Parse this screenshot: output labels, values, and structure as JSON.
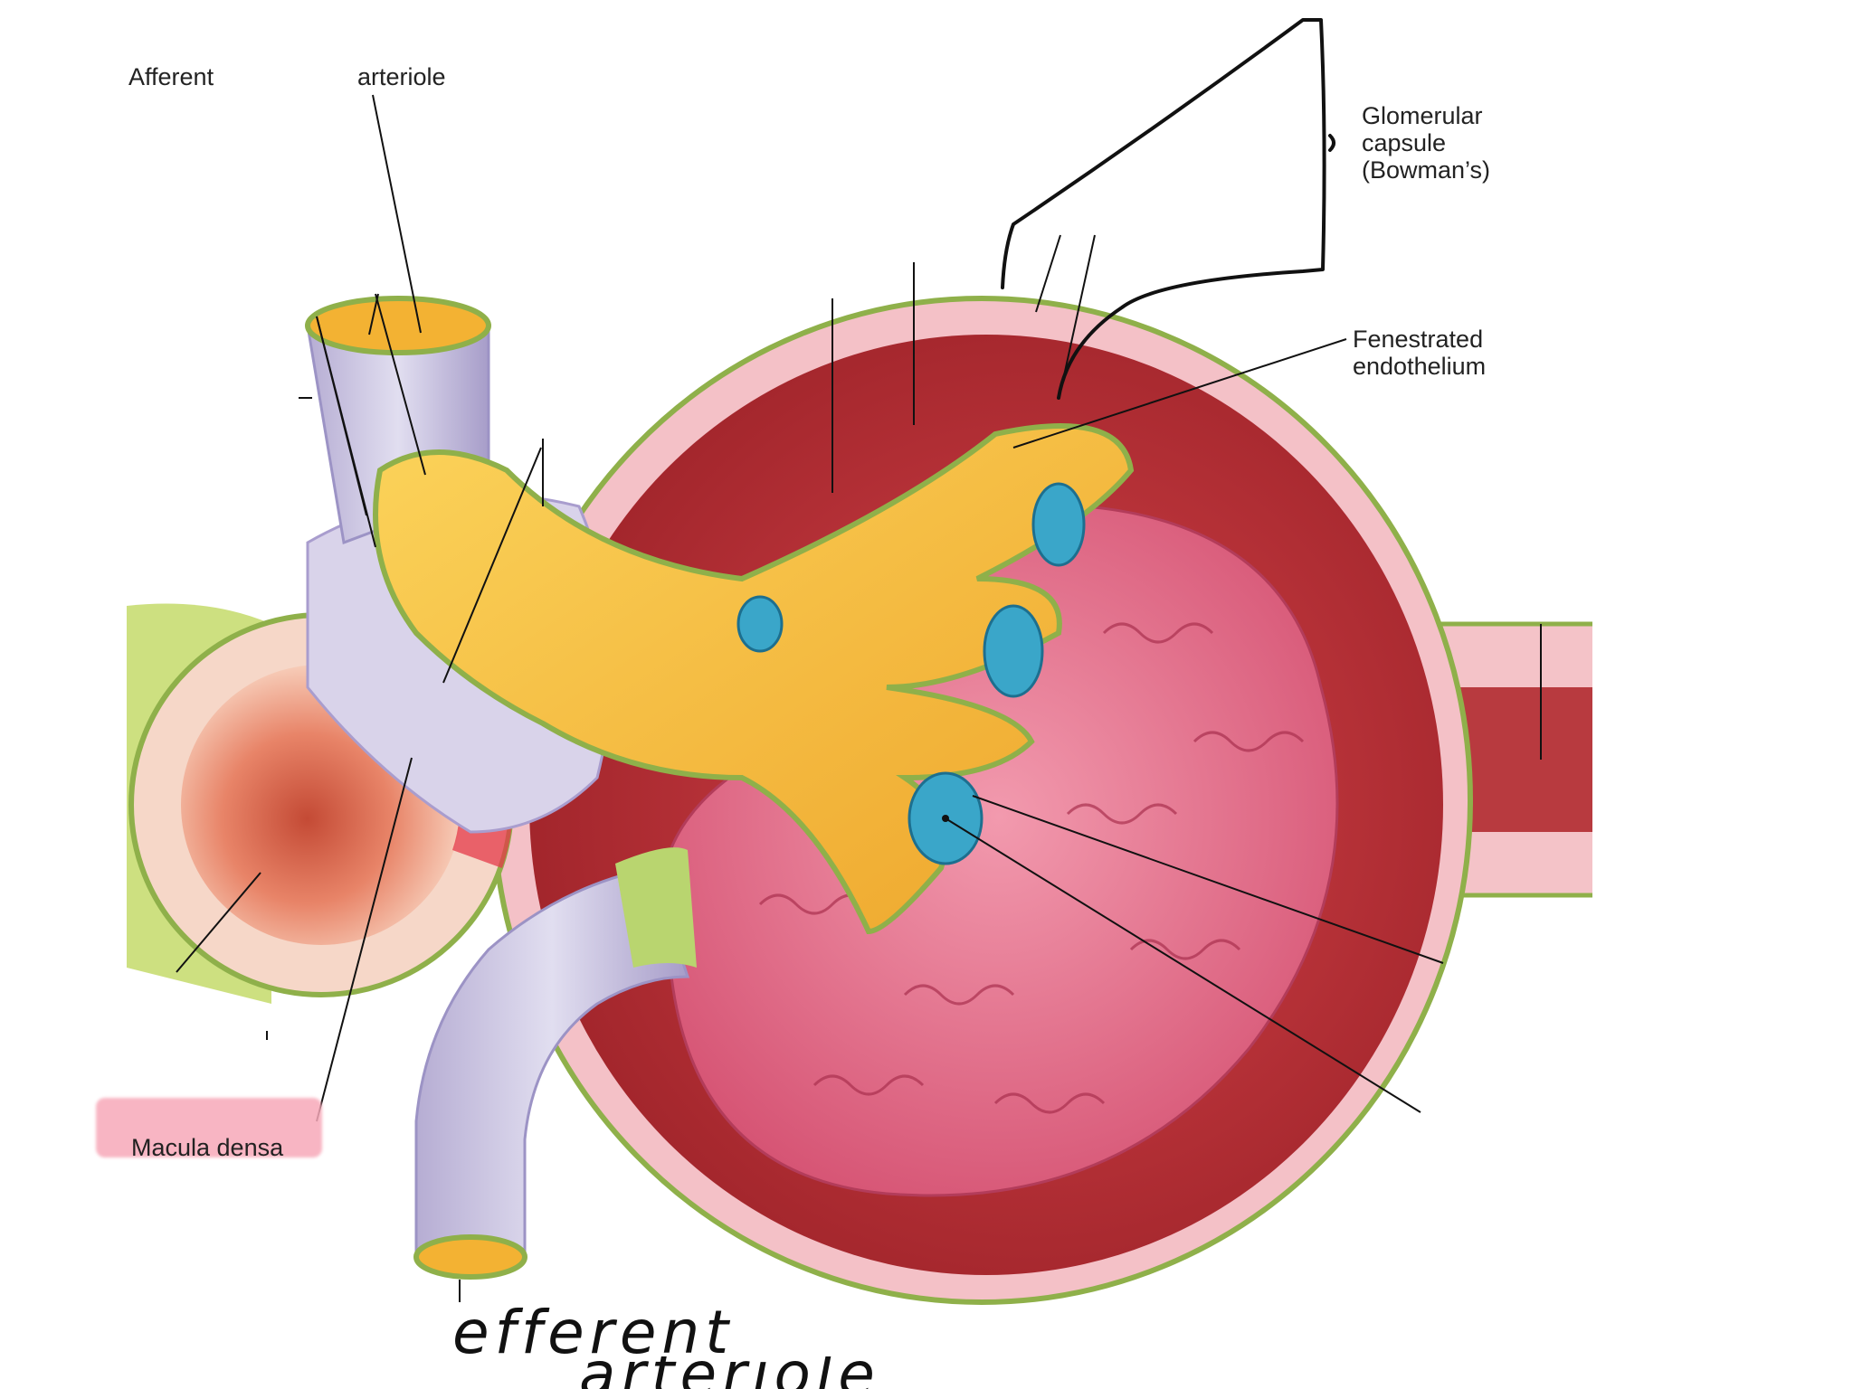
{
  "labels": {
    "afferent": "Afferent",
    "arteriole": "arteriole",
    "glomerular_capsule": [
      "Glomerular",
      "capsule",
      "(Bowman’s)"
    ],
    "fenestrated_endothelium": [
      "Fenestrated",
      "endothelium"
    ],
    "macula_densa": "Macula densa"
  },
  "handwritten": {
    "line1": "efferent",
    "line2": "arteriole"
  },
  "colors": {
    "highlight": "#f7a9b9",
    "ink": "#111111",
    "capsule_wall": "#f3b9bf",
    "capsule_cavity": "#b52f35",
    "glomerulus": "#e36a83",
    "arteriole_lumen": "#f6b73c",
    "arteriole_wall": "#c7c2dc",
    "macula_tube": "#f0a78b",
    "juxtaglomerular": "#3aa6c9"
  }
}
